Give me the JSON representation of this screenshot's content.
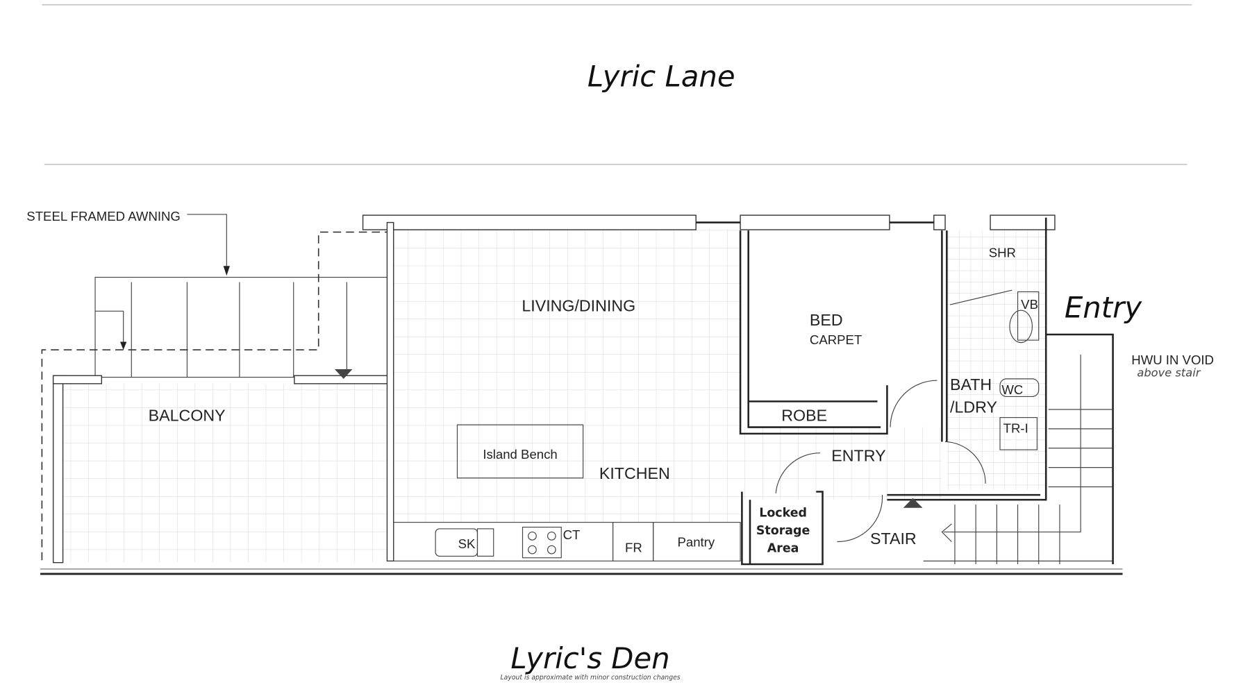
{
  "header": {
    "street_title": "Lyric Lane"
  },
  "footer": {
    "property_title": "Lyric's Den",
    "disclaimer": "Layout is approximate with minor construction changes"
  },
  "annotations": {
    "awning": "STEEL FRAMED AWNING",
    "entry": "Entry",
    "hwu": "HWU IN VOID",
    "hwu_sub": "above stair"
  },
  "rooms": {
    "balcony": "BALCONY",
    "living": "LIVING/DINING",
    "bed": "BED",
    "carpet": "CARPET",
    "robe": "ROBE",
    "shr": "SHR",
    "vb": "VB",
    "bath": "BATH",
    "ldry": "/LDRY",
    "wc": "WC",
    "tr": "TR-I",
    "island": "Island Bench",
    "kitchen": "KITCHEN",
    "entry": "ENTRY",
    "sk": "SK",
    "ct": "CT",
    "fr": "FR",
    "pantry": "Pantry",
    "locked": "Locked",
    "storage": "Storage",
    "area": "Area",
    "stair": "STAIR"
  }
}
